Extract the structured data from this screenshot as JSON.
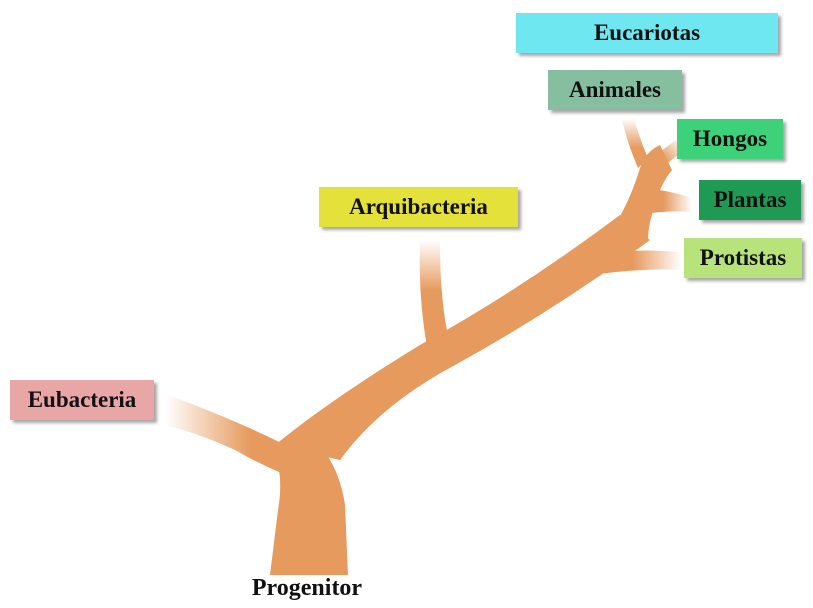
{
  "diagram": {
    "root_label": "Progenitor",
    "branch_color": "#E69A5E",
    "groups": [
      {
        "id": "eucariotas",
        "label": "Eucariotas",
        "color": "#6EE7F0"
      },
      {
        "id": "animales",
        "label": "Animales",
        "color": "#86BFA0"
      },
      {
        "id": "hongos",
        "label": "Hongos",
        "color": "#3DD17A"
      },
      {
        "id": "plantas",
        "label": "Plantas",
        "color": "#1E9A55"
      },
      {
        "id": "protistas",
        "label": "Protistas",
        "color": "#B7E37A"
      },
      {
        "id": "arquibacteria",
        "label": "Arquibacteria",
        "color": "#E4E23A"
      },
      {
        "id": "eubacteria",
        "label": "Eubacteria",
        "color": "#E8A6A6"
      }
    ]
  }
}
